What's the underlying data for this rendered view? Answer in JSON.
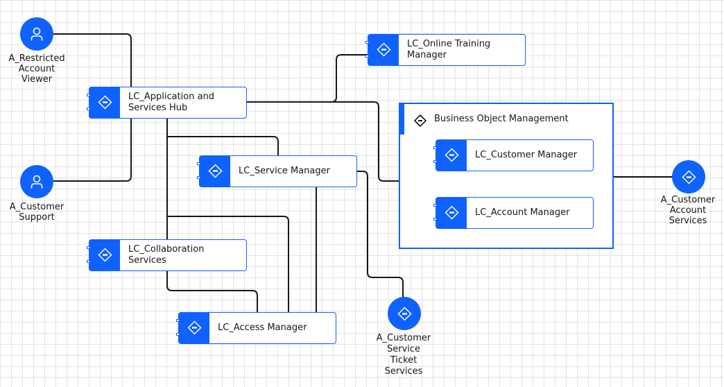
{
  "colors": {
    "accent": "#0f62fe",
    "connector": "#161616",
    "grid": "#e3e3e3"
  },
  "group": {
    "title": "Business Object Management",
    "icon": "diamond-icon"
  },
  "components": {
    "app_hub": {
      "label": "LC_Application and\nServices Hub"
    },
    "online_training": {
      "label": "LC_Online Training\nManager"
    },
    "service_manager": {
      "label": "LC_Service Manager"
    },
    "collaboration": {
      "label": "LC_Collaboration Services"
    },
    "access_manager": {
      "label": "LC_Access Manager"
    },
    "customer_manager": {
      "label": "LC_Customer Manager"
    },
    "account_manager": {
      "label": "LC_Account Manager"
    }
  },
  "actors": {
    "restricted_viewer": {
      "label": "A_Restricted\nAccount\nViewer",
      "icon": "user-icon"
    },
    "customer_support": {
      "label": "A_Customer\nSupport",
      "icon": "user-icon"
    },
    "customer_account_services": {
      "label": "A_Customer\nAccount\nServices",
      "icon": "diamond-icon"
    },
    "ticket_services": {
      "label": "A_Customer\nService\nTicket\nServices",
      "icon": "diamond-icon"
    }
  }
}
